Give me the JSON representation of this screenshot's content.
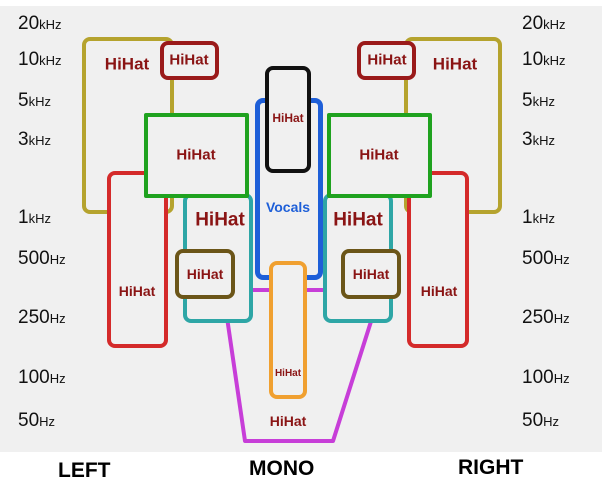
{
  "frequency_labels": [
    {
      "value": "20",
      "unit": "kHz"
    },
    {
      "value": "10",
      "unit": "kHz"
    },
    {
      "value": "5",
      "unit": "kHz"
    },
    {
      "value": "3",
      "unit": "kHz"
    },
    {
      "value": "1",
      "unit": "kHz"
    },
    {
      "value": "500",
      "unit": "Hz"
    },
    {
      "value": "250",
      "unit": "Hz"
    },
    {
      "value": "100",
      "unit": "Hz"
    },
    {
      "value": "50",
      "unit": "Hz"
    }
  ],
  "instrument_label": "HiHat",
  "vocals_label": "Vocals",
  "positions": {
    "left": "LEFT",
    "mono": "MONO",
    "right": "RIGHT"
  },
  "colors": {
    "olive": "#b5a32e",
    "red": "#d42a2a",
    "green": "#1fa21f",
    "teal": "#2ea6a6",
    "brown": "#6b5518",
    "darkred": "#9a1a1a",
    "blue": "#1e5fd8",
    "black": "#111111",
    "orange": "#f0a030",
    "purple": "#c73ed8",
    "label": "#8a1414",
    "vocals_text": "#1e5fd8"
  }
}
